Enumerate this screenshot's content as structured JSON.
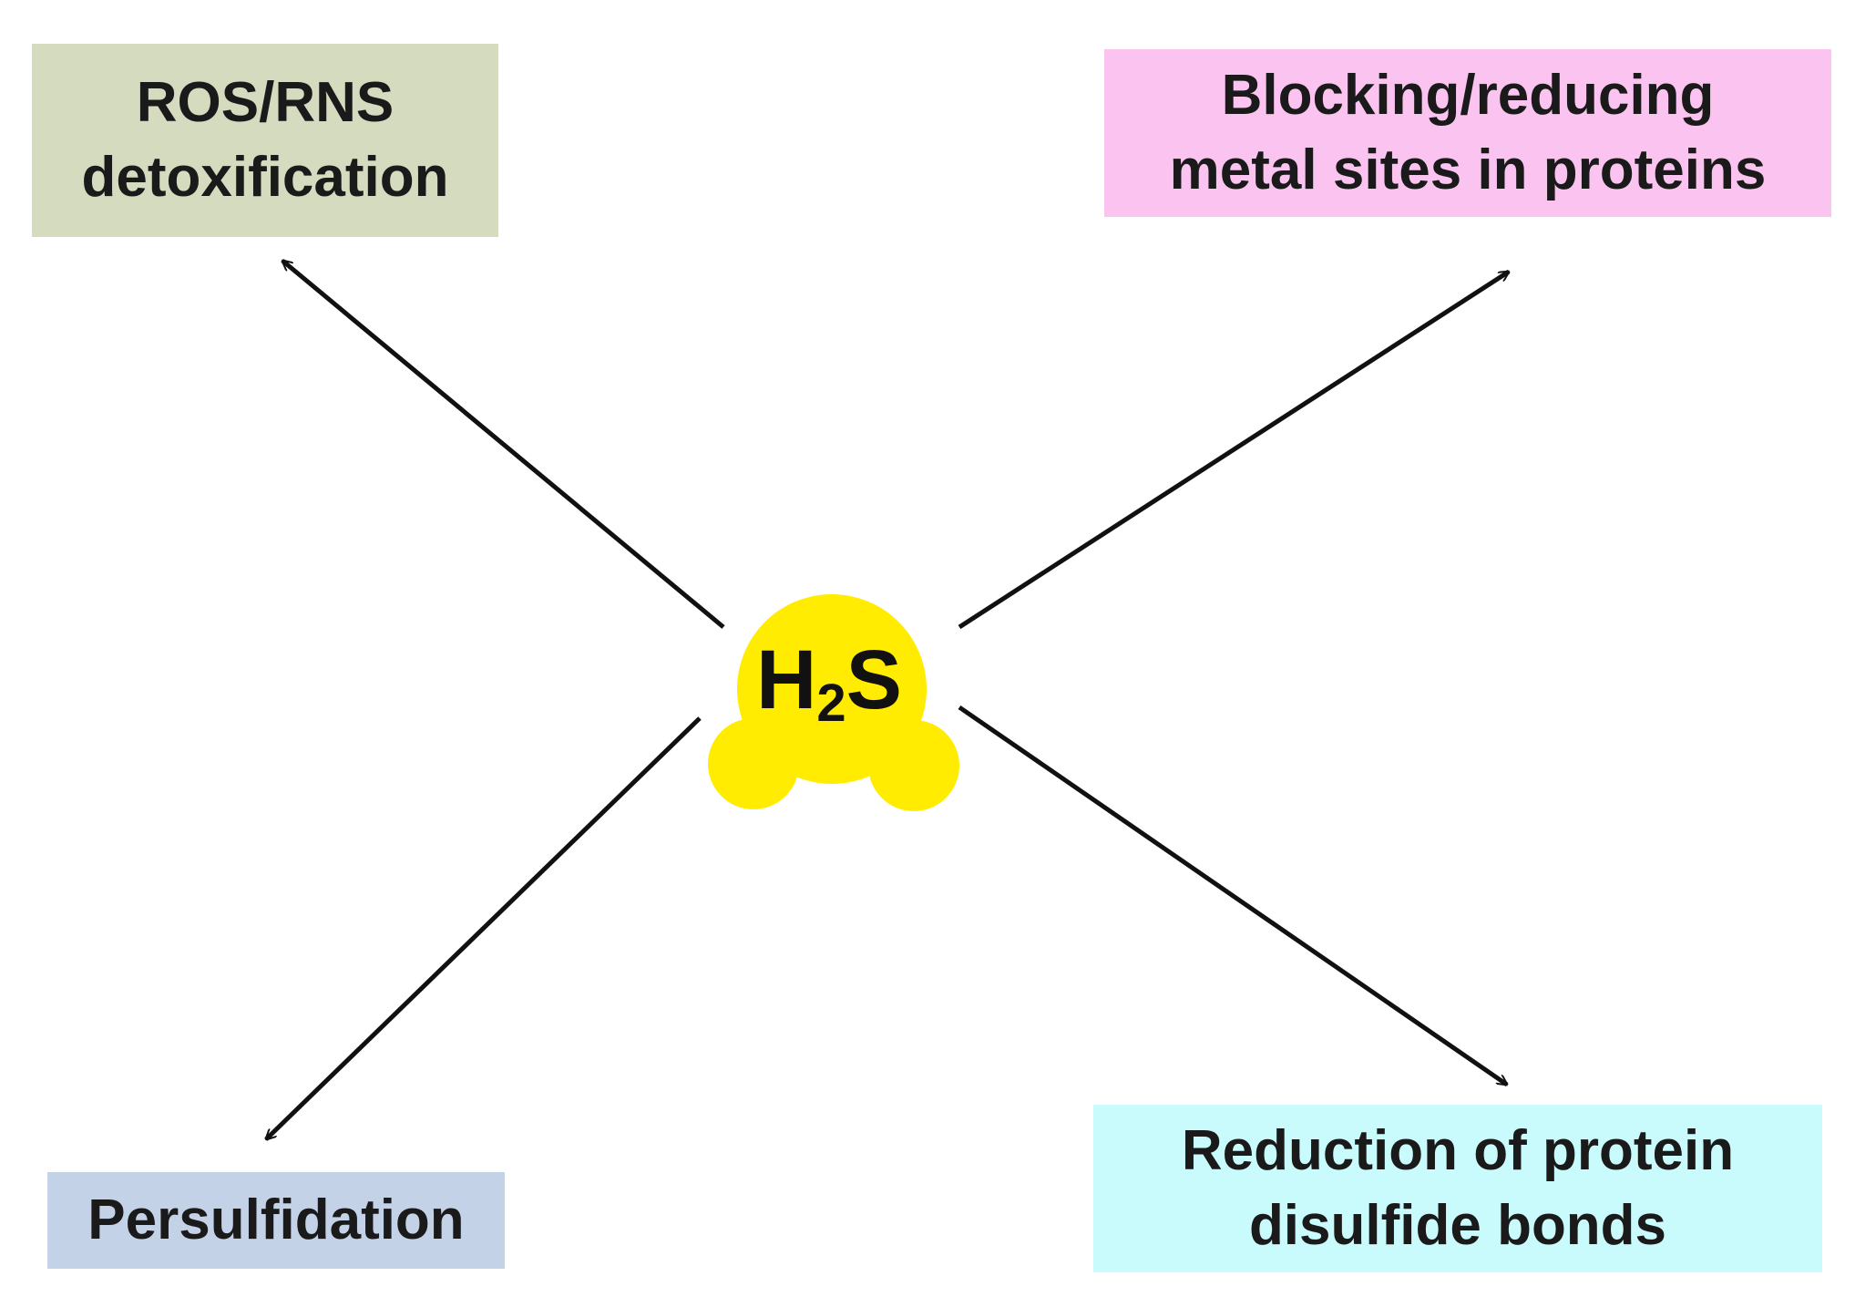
{
  "center": {
    "molecule": {
      "main": "H",
      "subscript": "2",
      "tail": "S"
    },
    "color": "#ffec00"
  },
  "nodes": {
    "ros": {
      "lines": [
        "ROS/RNS",
        "detoxification"
      ],
      "color": "#d5dbbf"
    },
    "metal": {
      "lines": [
        "Blocking/reducing",
        "metal sites in proteins"
      ],
      "color": "#fbc4f0"
    },
    "persulfidation": {
      "lines": [
        "Persulfidation"
      ],
      "color": "#c4d2e8"
    },
    "reduction": {
      "lines": [
        "Reduction of protein",
        "disulfide bonds"
      ],
      "color": "#c9fbfd"
    }
  },
  "arrow_color": "#111111"
}
